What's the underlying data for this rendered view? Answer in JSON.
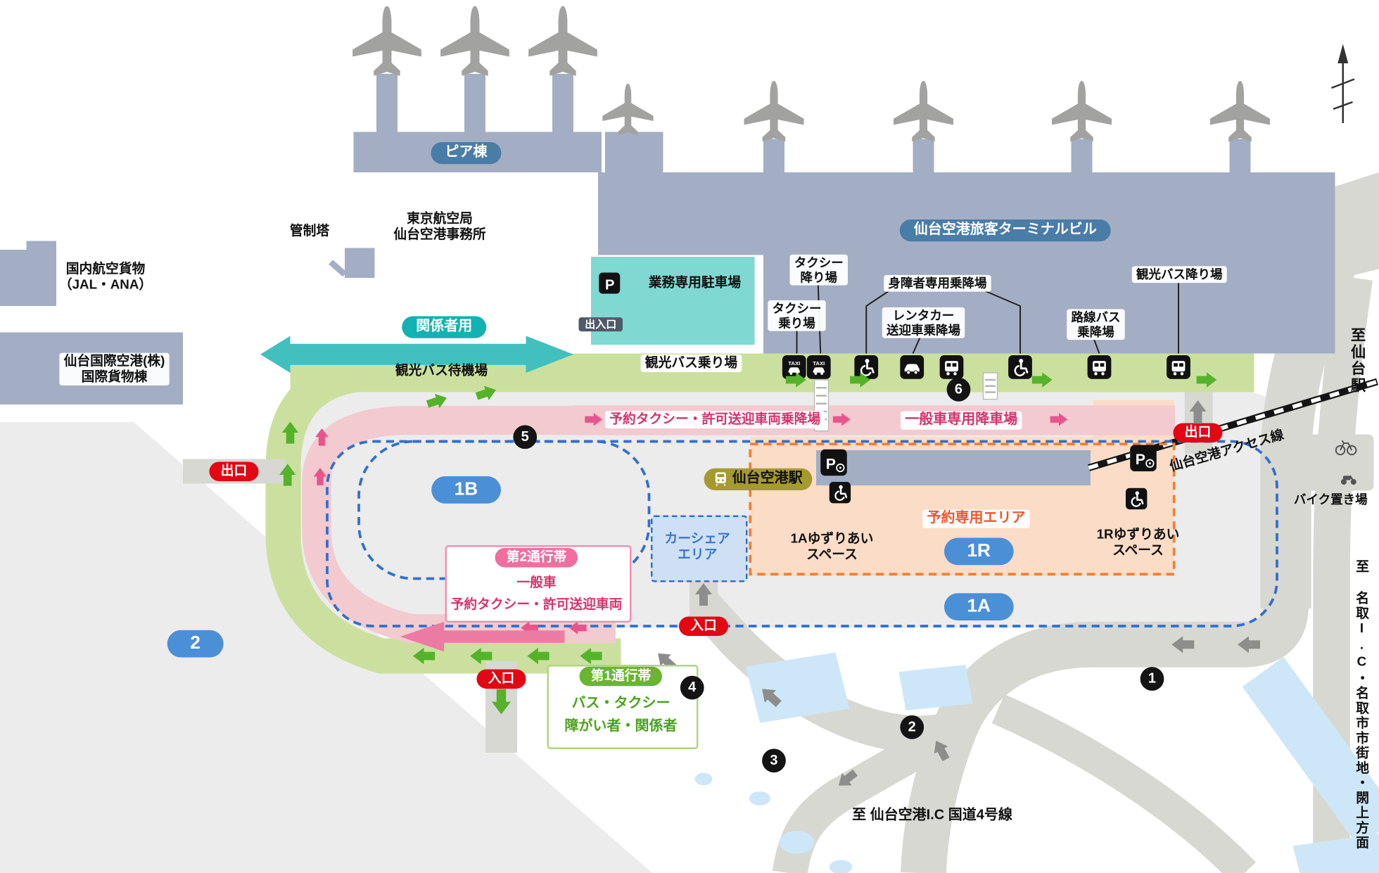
{
  "labels": {
    "pier": "ピア棟",
    "terminal": "仙台空港旅客ターミナルビル",
    "control_tower": "管制塔",
    "tokyo_office_l1": "東京航空局",
    "tokyo_office_l2": "仙台空港事務所",
    "domestic_cargo_l1": "国内航空貨物",
    "domestic_cargo_l2": "（JAL・ANA）",
    "intl_airport_l1": "仙台国際空港(株)",
    "intl_airport_l2": "国際貨物棟",
    "staff_only": "関係者用",
    "p_letter": "P",
    "business_parking": "業務専用駐車場",
    "small_gate": "出入口",
    "tour_bus_wait": "観光バス待機場",
    "tour_bus_board": "観光バス乗り場",
    "taxi_drop_l1": "タクシー",
    "taxi_drop_l2": "降り場",
    "taxi_board_l1": "タクシー",
    "taxi_board_l2": "乗り場",
    "disabled_stop": "身障者専用乗降場",
    "rental_l1": "レンタカー",
    "rental_l2": "送迎車乗降場",
    "route_bus_l1": "路線バス",
    "route_bus_l2": "乗降場",
    "tour_bus_drop": "観光バス降り場",
    "reserved_taxi_zone": "予約タクシー・許可送迎車両乗降場",
    "general_drop_zone": "一般車専用降車場",
    "station": "仙台空港駅",
    "carshare_l1": "カーシェア",
    "carshare_l2": "エリア",
    "yield_1a_l1": "1Aゆずりあい",
    "yield_1a_l2": "スペース",
    "reserve_area": "予約専用エリア",
    "yield_1r_l1": "1Rゆずりあい",
    "yield_1r_l2": "スペース",
    "lane2_title": "第2通行帯",
    "lane2_l1": "一般車",
    "lane2_l2": "予約タクシー・許可送迎車両",
    "lane1_title": "第1通行帯",
    "lane1_l1": "バス・タクシー",
    "lane1_l2": "障がい者・関係者",
    "exit": "出口",
    "entrance": "入口",
    "zone_1a": "1A",
    "zone_1b": "1B",
    "zone_1r": "1R",
    "zone_2": "2",
    "bike_parking": "バイク置き場",
    "to_sendai_station": "至仙台駅",
    "to_natori": "至 名取I.C・名取市市街地・閖上方面",
    "to_airport_ic": "至 仙台空港I.C 国道4号線",
    "access_line": "仙台空港アクセス線",
    "taxi_icon_text": "TAXI"
  },
  "markers": {
    "n1": "1",
    "n2": "2",
    "n3": "3",
    "n4": "4",
    "n5": "5",
    "n6": "6"
  },
  "colors": {
    "terminal": "#a3aec5",
    "road_green": "#cbe09e",
    "road_pink": "#f3cad0",
    "area_peach": "#fbdcc6",
    "teal_zone": "#7fd8d2",
    "teal_band": "#42bfbf",
    "zone_pill_blue": "#4b8fd7",
    "steel_pill": "#4a7ca8",
    "red_pill": "#e30613",
    "crimson_text": "#d6336c",
    "green_arrow": "#54b32b",
    "pink_arrow": "#e8558c",
    "station_olive": "#a59a2e",
    "dashed_blue": "#2f6fd0",
    "dashed_orange": "#f07f35",
    "water": "#cde7f8",
    "gray_road": "#d8d8d2",
    "gray_area": "#ececec"
  }
}
